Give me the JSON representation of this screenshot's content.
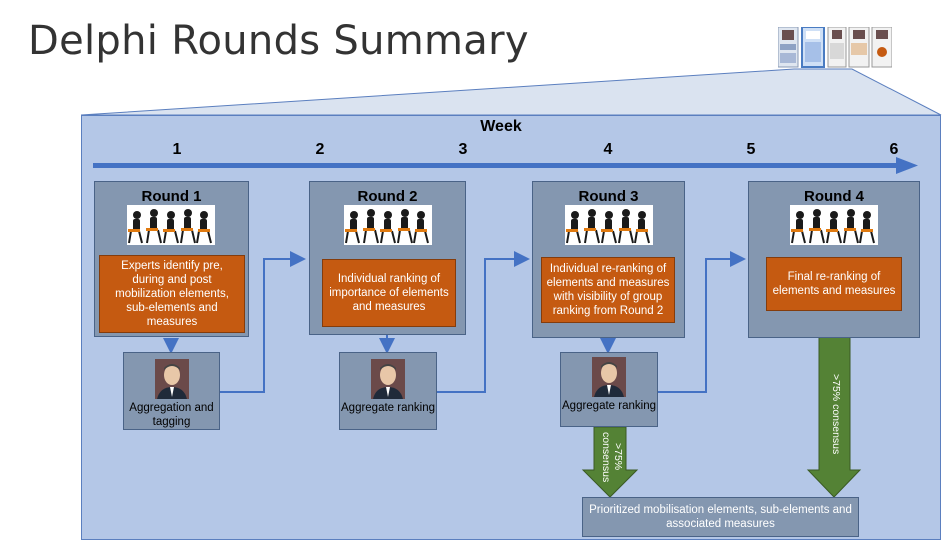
{
  "slide": {
    "title": "Delphi Rounds Summary",
    "week_label": "Week",
    "weeks": [
      "1",
      "2",
      "3",
      "4",
      "5",
      "6"
    ]
  },
  "rounds": [
    {
      "title": "Round 1",
      "task": "Experts identify pre, during and post mobilization elements, sub-elements and measures"
    },
    {
      "title": "Round 2",
      "task": "Individual ranking of importance of elements and measures"
    },
    {
      "title": "Round 3",
      "task": "Individual re-ranking of elements and measures with visibility of group ranking from Round 2"
    },
    {
      "title": "Round 4",
      "task": "Final re-ranking of elements and measures"
    }
  ],
  "aggregation": [
    {
      "label": "Aggregation and tagging"
    },
    {
      "label": "Aggregate ranking"
    },
    {
      "label": "Aggregate ranking"
    }
  ],
  "consensus": {
    "round3_label": ">75% consensus",
    "round4_label": ">75% consensus"
  },
  "result": {
    "label": "Prioritized mobilisation elements, sub-elements and associated measures"
  },
  "colors": {
    "panel": "#b4c7e7",
    "round_box": "#8497b0",
    "task_box": "#c55a11",
    "arrow_blue": "#4472c4",
    "consensus_green": "#548235"
  },
  "icons": [
    "people-meeting-icon",
    "expert-portrait-icon",
    "slide-thumbnails-icon"
  ]
}
